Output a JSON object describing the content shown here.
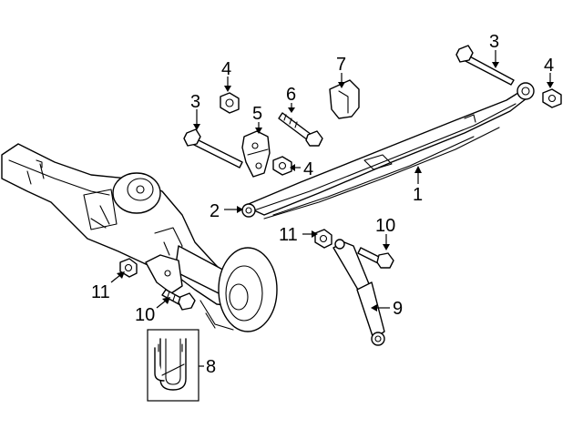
{
  "callouts": {
    "c1": "1",
    "c2": "2",
    "c3_left": "3",
    "c3_right": "3",
    "c4_top": "4",
    "c4_middle": "4",
    "c4_right": "4",
    "c5": "5",
    "c6": "6",
    "c7": "7",
    "c8": "8",
    "c9": "9",
    "c10_right": "10",
    "c10_left": "10",
    "c11_upper": "11",
    "c11_lower": "11"
  }
}
